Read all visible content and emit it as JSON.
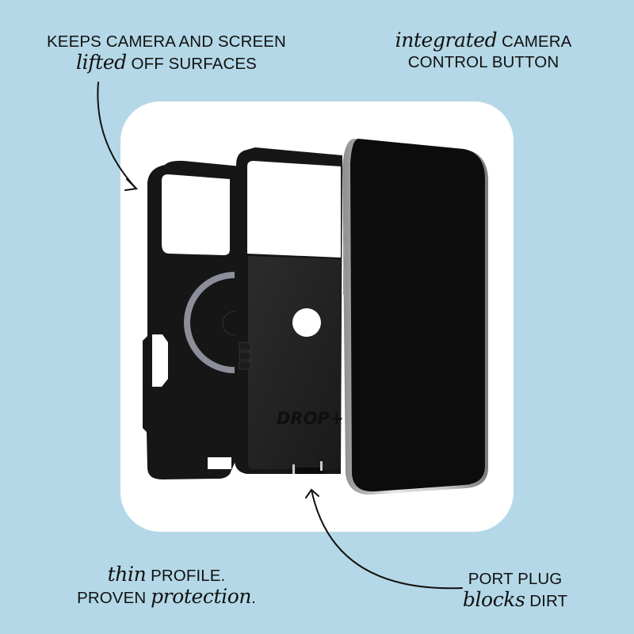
{
  "background_color": "#b4d8e7",
  "card_color": "#ffffff",
  "captions": {
    "top_left": {
      "line1": "KEEPS CAMERA AND SCREEN",
      "line2_italic": "lifted",
      "line2_rest": " OFF SURFACES"
    },
    "top_right": {
      "line1_italic": "integrated",
      "line1_rest": " CAMERA",
      "line2": "CONTROL BUTTON"
    },
    "bottom_left": {
      "line1_italic": "thin",
      "line1_rest": " PROFILE.",
      "line2_rest": "PROVEN ",
      "line2_italic": "protection",
      "line2_end": "."
    },
    "bottom_right": {
      "line1": "PORT PLUG",
      "line2_italic": "blocks",
      "line2_rest": " DIRT"
    }
  },
  "product": {
    "case_branding": "DROP+",
    "parts": [
      "outer-shell",
      "inner-slipcover",
      "phone"
    ]
  }
}
